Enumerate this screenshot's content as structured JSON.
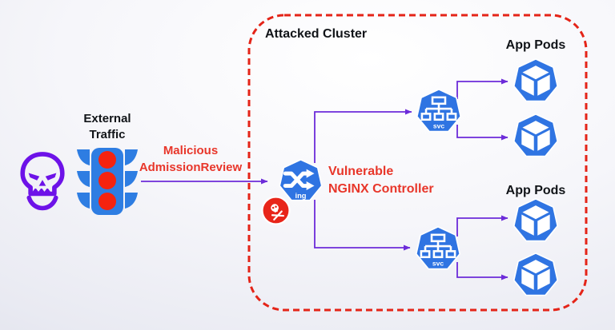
{
  "diagram": {
    "title": "Attacked Cluster",
    "external": {
      "attacker_icon": "skull-icon",
      "traffic_light_icon": "traffic-light-icon",
      "label_line1": "External",
      "label_line2": "Traffic"
    },
    "attack_edge": {
      "label_line1": "Malicious",
      "label_line2": "AdmissionReview"
    },
    "cluster": {
      "title": "Attacked Cluster",
      "ingress": {
        "icon_label": "ing",
        "warning_badge_icon": "skull-badge-icon",
        "caption_line1": "Vulnerable",
        "caption_line2": "NGINX Controller"
      },
      "services": [
        {
          "icon_label": "svc"
        },
        {
          "icon_label": "svc"
        }
      ],
      "pod_groups": [
        {
          "label": "App Pods",
          "pod_count": 2
        },
        {
          "label": "App Pods",
          "pod_count": 2
        }
      ]
    },
    "colors": {
      "k8s_blue": "#2F74E2",
      "traffic_blue": "#2E7DE2",
      "light_red": "#F5230F",
      "alert_text_red": "#E8362A",
      "cluster_border_red": "#E42418",
      "connector_purple": "#6C2BD9",
      "skull_purple": "#6D12E8",
      "label_black": "#111418"
    }
  }
}
